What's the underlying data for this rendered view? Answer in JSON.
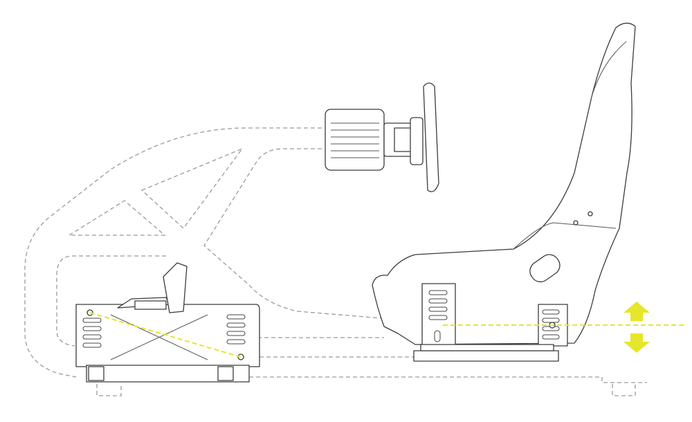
{
  "illustration": {
    "colors": {
      "frame_outline": "#9a9a9a",
      "line_art": "#3a3a3a",
      "adjustment_guide": "#e6e62a",
      "background": "#ffffff"
    },
    "icons": [
      "arrow-up-icon",
      "arrow-down-icon"
    ],
    "components": [
      "cockpit-frame",
      "wheel-base",
      "steering-wheel",
      "racing-seat",
      "seat-base-plate",
      "pedal-sled",
      "pedal-set"
    ]
  }
}
